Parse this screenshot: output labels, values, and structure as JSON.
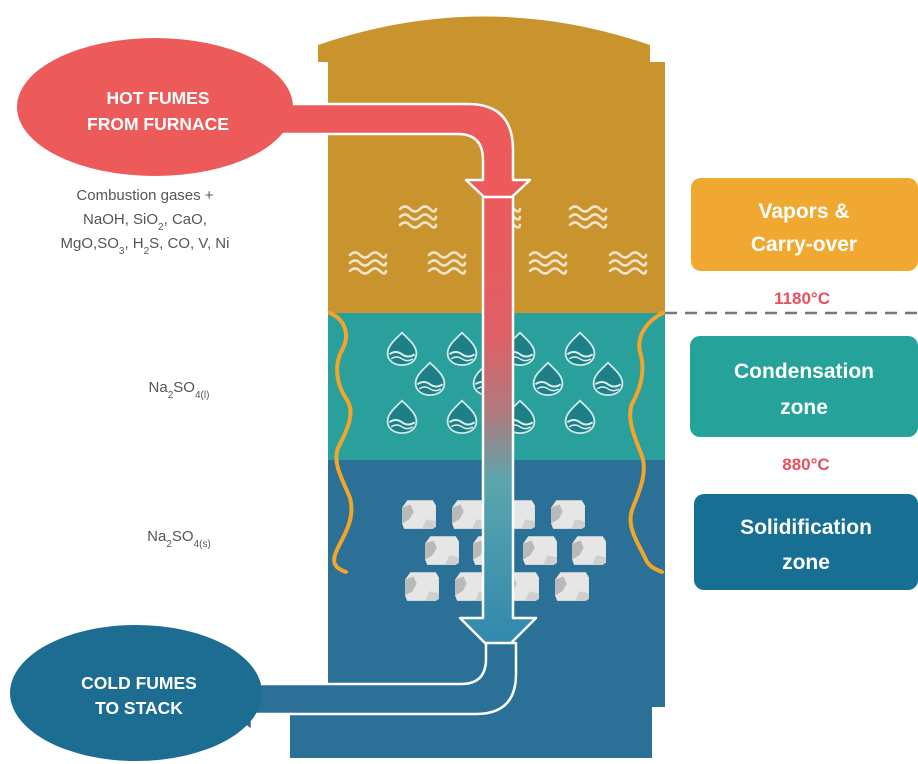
{
  "inlet": {
    "line1": "HOT FUMES",
    "line2": "FROM FURNACE",
    "color": "#ed5a5a"
  },
  "outlet": {
    "line1": "COLD FUMES",
    "line2": "TO STACK",
    "color": "#1d6c91"
  },
  "gases": {
    "line1": "Combustion gases +",
    "line2": {
      "a": "NaOH, SiO",
      "s1": "2",
      "b": ", CaO,"
    },
    "line3": {
      "a": "MgO,SO",
      "s1": "3",
      "b": ", H",
      "s2": "2",
      "c": "S, CO, V, Ni"
    }
  },
  "liquid_label": {
    "base": "Na",
    "s1": "2",
    "mid": "SO",
    "s2": "4(l)"
  },
  "solid_label": {
    "base": "Na",
    "s1": "2",
    "mid": "SO",
    "s2": "4(s)"
  },
  "zones": {
    "vapor": {
      "line1": "Vapors &",
      "line2": "Carry-over",
      "color": "#f0a830"
    },
    "condensation": {
      "line1": "Condensation",
      "line2": "zone",
      "color": "#25a29a"
    },
    "solidification": {
      "line1": "Solidification",
      "line2": "zone",
      "color": "#176f94"
    }
  },
  "temperatures": {
    "upper": "1180°C",
    "lower": "880°C",
    "color": "#e8505b"
  },
  "colors": {
    "vessel_top": "#c9932e",
    "vessel_middle": "#29a09b",
    "vessel_bottom": "#2b7096",
    "wall_line": "#f3a52b",
    "crystal": "#e6e6e6"
  }
}
